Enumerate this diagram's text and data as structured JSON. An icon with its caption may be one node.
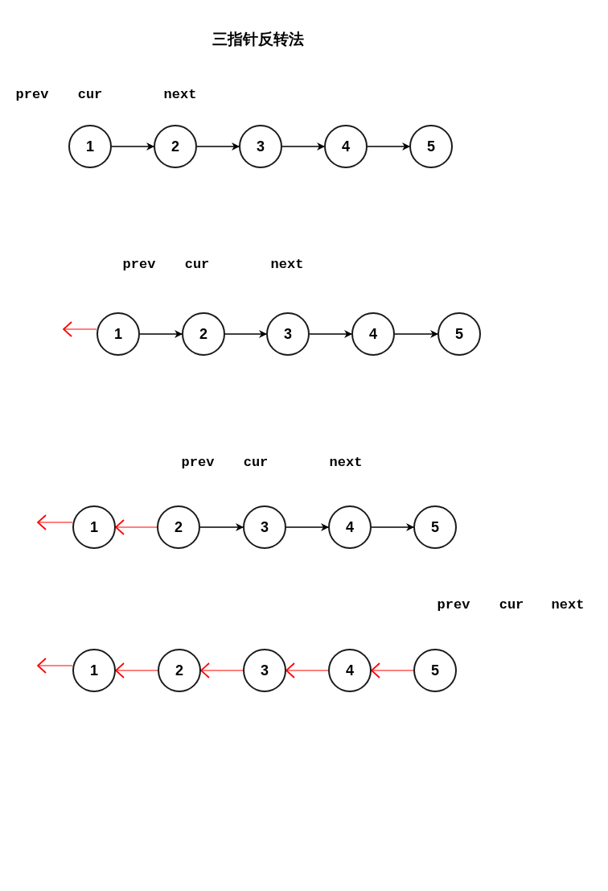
{
  "diagram": {
    "title": "三指针反转法",
    "nodes": [
      {
        "text": [
          "1"
        ]
      },
      {
        "text": [
          "2"
        ]
      },
      {
        "text": [
          "3"
        ]
      },
      {
        "text": [
          "4"
        ]
      },
      {
        "text": [
          "5"
        ]
      },
      {
        "text": [
          "1"
        ]
      },
      {
        "text": [
          "2"
        ]
      },
      {
        "text": [
          "3"
        ]
      },
      {
        "text": [
          "4"
        ]
      },
      {
        "text": [
          "5"
        ]
      },
      {
        "text": [
          "1"
        ]
      },
      {
        "text": [
          "2"
        ]
      },
      {
        "text": [
          "3"
        ]
      },
      {
        "text": [
          "4"
        ]
      },
      {
        "text": [
          "5"
        ]
      },
      {
        "text": [
          "1"
        ]
      },
      {
        "text": [
          "2"
        ]
      },
      {
        "text": [
          "3"
        ]
      },
      {
        "text": [
          "4"
        ]
      },
      {
        "text": [
          "5"
        ]
      }
    ],
    "edges": [
      {
        "from": 0,
        "to": 1,
        "arrow": "to"
      },
      {
        "from": 1,
        "to": 2,
        "arrow": "to"
      },
      {
        "from": 2,
        "to": 3,
        "arrow": "to"
      },
      {
        "from": 3,
        "to": 4,
        "arrow": "to"
      },
      {
        "from": 5,
        "to": null,
        "arrow": "to",
        "color": "#ff0000"
      },
      {
        "from": 5,
        "to": 6,
        "arrow": "to"
      },
      {
        "from": 6,
        "to": 7,
        "arrow": "to"
      },
      {
        "from": 7,
        "to": 8,
        "arrow": "to"
      },
      {
        "from": 8,
        "to": 9,
        "arrow": "to"
      },
      {
        "from": 10,
        "to": null,
        "arrow": "to",
        "color": "#ff0000"
      },
      {
        "from": 11,
        "to": 10,
        "arrow": "to",
        "color": "#ff0000"
      },
      {
        "from": 11,
        "to": 12,
        "arrow": "to"
      },
      {
        "from": 12,
        "to": 13,
        "arrow": "to"
      },
      {
        "from": 13,
        "to": 14,
        "arrow": "to"
      },
      {
        "from": 15,
        "to": null,
        "arrow": "to",
        "color": "#ff0000"
      },
      {
        "from": 16,
        "to": 15,
        "arrow": "to",
        "color": "#ff0000"
      },
      {
        "from": 17,
        "to": 16,
        "arrow": "to",
        "color": "#ff0000"
      },
      {
        "from": 18,
        "to": 17,
        "arrow": "to",
        "color": "#ff0000"
      },
      {
        "from": 19,
        "to": 18,
        "arrow": "to",
        "color": "#ff0000"
      }
    ],
    "labels": [
      "prev",
      "cur",
      "next",
      "prev",
      "cur",
      "next",
      "prev",
      "cur",
      "next",
      "prev",
      "cur",
      "next"
    ]
  }
}
